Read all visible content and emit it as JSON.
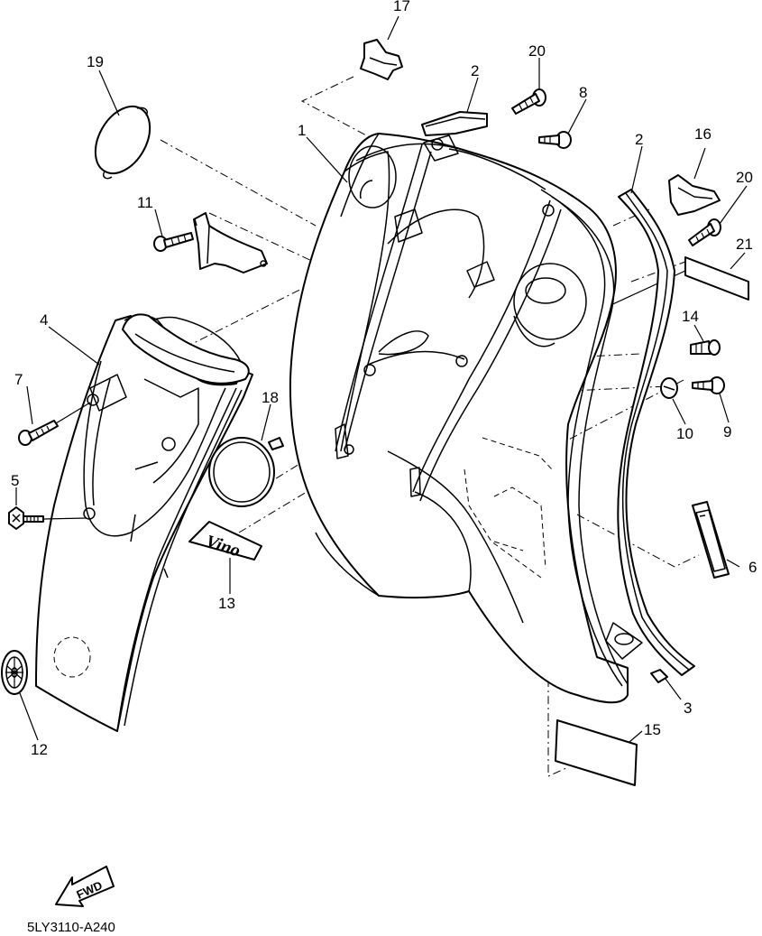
{
  "diagram_code": "5LY3110-A240",
  "fwd_label": "FWD",
  "logo_text": "Vino",
  "callouts": {
    "c1": "1",
    "c2a": "2",
    "c2b": "2",
    "c3": "3",
    "c4": "4",
    "c5": "5",
    "c6": "6",
    "c7": "7",
    "c8": "8",
    "c9": "9",
    "c10": "10",
    "c11": "11",
    "c12": "12",
    "c13": "13",
    "c14": "14",
    "c15": "15",
    "c16": "16",
    "c17": "17",
    "c18": "18",
    "c19": "19",
    "c20a": "20",
    "c20b": "20",
    "c21": "21"
  }
}
